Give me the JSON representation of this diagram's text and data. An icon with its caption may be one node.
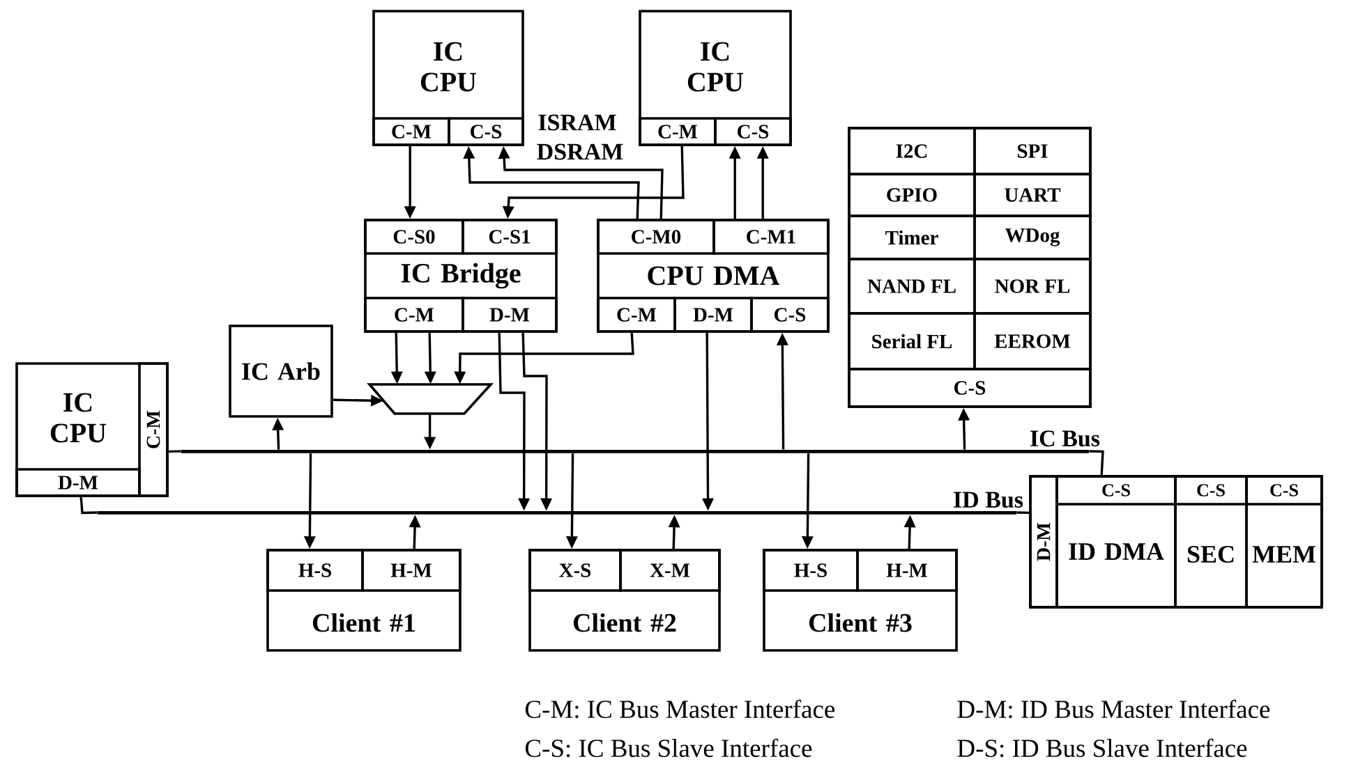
{
  "diagram": {
    "nodes": [
      {
        "text": [
          "IC CPU"
        ]
      },
      {
        "text": [
          "C-M"
        ],
        "in": 0
      },
      {
        "text": [
          "C-S"
        ],
        "in": 0
      },
      {
        "text": [
          "IC CPU"
        ]
      },
      {
        "text": [
          "C-M"
        ],
        "in": 3
      },
      {
        "text": [
          "C-S"
        ],
        "in": 3
      },
      {
        "text": [
          "IC Bridge"
        ]
      },
      {
        "text": [
          "C-S0"
        ],
        "in": 6
      },
      {
        "text": [
          "C-S1"
        ],
        "in": 6
      },
      {
        "text": [
          "C-M"
        ],
        "in": 6
      },
      {
        "text": [
          "D-M"
        ],
        "in": 6
      },
      {
        "text": [
          "CPU DMA"
        ]
      },
      {
        "text": [
          "C-M0"
        ],
        "in": 11
      },
      {
        "text": [
          "C-M1"
        ],
        "in": 11
      },
      {
        "text": [
          "C-M"
        ],
        "in": 11
      },
      {
        "text": [
          "D-M"
        ],
        "in": 11
      },
      {
        "text": [
          "C-S"
        ],
        "in": 11
      },
      {
        "text": [],
        "shape": "box"
      },
      {
        "text": [
          "I2C"
        ],
        "in": 17
      },
      {
        "text": [
          "SPI"
        ],
        "in": 17
      },
      {
        "text": [
          "GPIO"
        ],
        "in": 17
      },
      {
        "text": [
          "UART"
        ],
        "in": 17
      },
      {
        "text": [
          "Timer"
        ],
        "in": 17
      },
      {
        "text": [
          "WDog"
        ],
        "in": 17
      },
      {
        "text": [
          "NAND FL"
        ],
        "in": 17
      },
      {
        "text": [
          "NOR FL"
        ],
        "in": 17
      },
      {
        "text": [
          "Serial FL"
        ],
        "in": 17
      },
      {
        "text": [
          "EEROM"
        ],
        "in": 17
      },
      {
        "text": [
          "C-S"
        ],
        "in": 17
      },
      {
        "text": [
          "IC Arb"
        ]
      },
      {
        "text": [],
        "shape": "trapezoid"
      },
      {
        "text": [
          "IC CPU"
        ]
      },
      {
        "text": [
          "C-M"
        ],
        "in": 31
      },
      {
        "text": [
          "D-M"
        ],
        "in": 31
      },
      {
        "text": [
          "IC Bus"
        ]
      },
      {
        "text": [
          "ID Bus"
        ]
      },
      {
        "text": [],
        "shape": "box"
      },
      {
        "text": [
          "D-M"
        ],
        "in": 36
      },
      {
        "text": [
          "ID DMA"
        ],
        "in": 36
      },
      {
        "text": [
          "C-S"
        ],
        "in": 38
      },
      {
        "text": [
          "SEC"
        ],
        "in": 36
      },
      {
        "text": [
          "C-S"
        ],
        "in": 40
      },
      {
        "text": [
          "MEM"
        ],
        "in": 36
      },
      {
        "text": [
          "C-S"
        ],
        "in": 42
      },
      {
        "text": [
          "Client #1"
        ]
      },
      {
        "text": [
          "H-S"
        ],
        "in": 44
      },
      {
        "text": [
          "H-M"
        ],
        "in": 44
      },
      {
        "text": [
          "Client #2"
        ]
      },
      {
        "text": [
          "X-S"
        ],
        "in": 47
      },
      {
        "text": [
          "X-M"
        ],
        "in": 47
      },
      {
        "text": [
          "Client #3"
        ]
      },
      {
        "text": [
          "H-S"
        ],
        "in": 50
      },
      {
        "text": [
          "H-M"
        ],
        "in": 50
      }
    ],
    "edges": [
      {
        "from": 1,
        "to": 7,
        "arrow": "to"
      },
      {
        "from": 12,
        "to": 2,
        "arrow": "to",
        "label": "ISRAM"
      },
      {
        "from": 12,
        "to": 2,
        "arrow": "to",
        "label": "DSRAM"
      },
      {
        "from": 4,
        "to": 8,
        "arrow": "to"
      },
      {
        "from": 13,
        "to": 5,
        "arrow": "to"
      },
      {
        "from": 13,
        "to": 5,
        "arrow": "to"
      },
      {
        "from": 9,
        "to": 30,
        "arrow": "to"
      },
      {
        "from": 9,
        "to": 30,
        "arrow": "to"
      },
      {
        "from": 14,
        "to": 30,
        "arrow": "to"
      },
      {
        "from": 10,
        "to": 35,
        "arrow": "to"
      },
      {
        "from": 10,
        "to": 35,
        "arrow": "to"
      },
      {
        "from": 29,
        "to": 30,
        "arrow": "to"
      },
      {
        "from": 34,
        "to": 29,
        "arrow": "to"
      },
      {
        "from": 30,
        "to": 34,
        "arrow": "to"
      },
      {
        "from": 32,
        "to": 34,
        "arrow": "none"
      },
      {
        "from": 33,
        "to": 35,
        "arrow": "none"
      },
      {
        "from": 15,
        "to": 35,
        "arrow": "to"
      },
      {
        "from": 34,
        "to": 16,
        "arrow": "to"
      },
      {
        "from": 34,
        "to": 45,
        "arrow": "to"
      },
      {
        "from": 46,
        "to": 35,
        "arrow": "to"
      },
      {
        "from": 34,
        "to": 48,
        "arrow": "to"
      },
      {
        "from": 49,
        "to": 35,
        "arrow": "to"
      },
      {
        "from": 34,
        "to": 51,
        "arrow": "to"
      },
      {
        "from": 52,
        "to": 35,
        "arrow": "to"
      },
      {
        "from": 34,
        "to": 28,
        "arrow": "to"
      },
      {
        "from": 34,
        "to": 39,
        "arrow": "none"
      },
      {
        "from": 35,
        "to": 37,
        "arrow": "none"
      }
    ],
    "labels": [
      "C-M: IC Bus Master Interface",
      "D-M: ID Bus Master Interface",
      "C-S:  IC Bus Slave Interface",
      "D-S:  ID Bus Slave Interface"
    ]
  }
}
